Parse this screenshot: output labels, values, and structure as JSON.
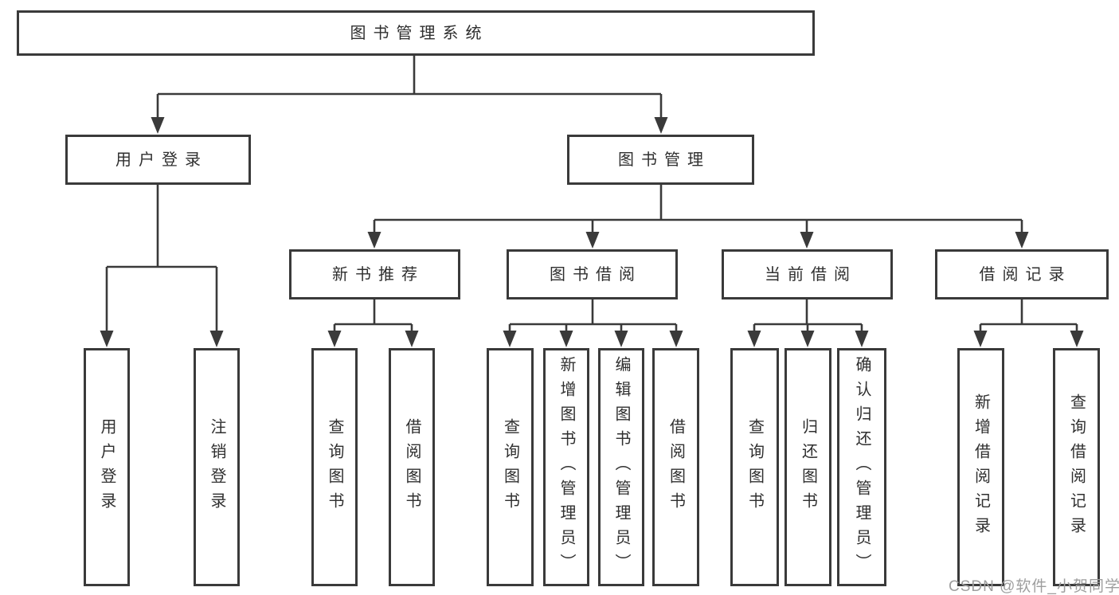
{
  "tree": {
    "root": {
      "label": "图书管理系统"
    },
    "branches": {
      "user_login": {
        "label": "用户登录",
        "children": [
          {
            "label": "用户登录"
          },
          {
            "label": "注销登录"
          }
        ]
      },
      "book_management": {
        "label": "图书管理",
        "sections": {
          "new_book_recommend": {
            "label": "新书推荐",
            "children": [
              {
                "label": "查询图书"
              },
              {
                "label": "借阅图书"
              }
            ]
          },
          "book_borrow": {
            "label": "图书借阅",
            "children": [
              {
                "label": "查询图书"
              },
              {
                "label": "新增图书（管理员）"
              },
              {
                "label": "编辑图书（管理员）"
              },
              {
                "label": "借阅图书"
              }
            ]
          },
          "current_borrow": {
            "label": "当前借阅",
            "children": [
              {
                "label": "查询图书"
              },
              {
                "label": "归还图书"
              },
              {
                "label": "确认归还（管理员）"
              }
            ]
          },
          "borrow_records": {
            "label": "借阅记录",
            "children": [
              {
                "label": "新增借阅记录"
              },
              {
                "label": "查询借阅记录"
              }
            ]
          }
        }
      }
    }
  },
  "watermark": {
    "text": "CSDN @软件_小贺同学"
  },
  "colors": {
    "line": "#3a3a3a",
    "box_border": "#3a3a3a",
    "text": "#2f2f2f",
    "watermark": "#9e9e9e",
    "background": "#ffffff"
  }
}
